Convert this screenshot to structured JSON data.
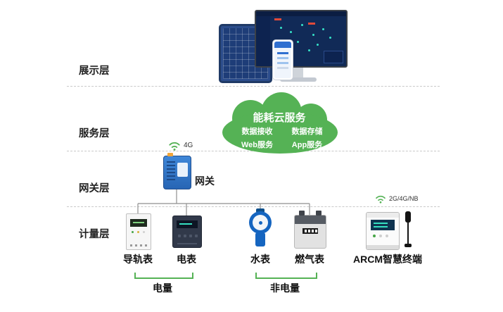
{
  "layers": [
    "展示层",
    "服务层",
    "网关层",
    "计量层"
  ],
  "cloud": {
    "title": "能耗云服务",
    "items": [
      "数据接收",
      "数据存储",
      "Web服务",
      "App服务"
    ]
  },
  "gateway": {
    "label": "网关",
    "network": "4G"
  },
  "devices": [
    {
      "label": "导轨表"
    },
    {
      "label": "电表"
    },
    {
      "label": "水表"
    },
    {
      "label": "燃气表"
    },
    {
      "label": "ARCM智慧终端",
      "network": "2G/4G/NB"
    }
  ],
  "groups": [
    {
      "label": "电量"
    },
    {
      "label": "非电量"
    }
  ],
  "icons": {
    "gateway_signal": "wifi-icon",
    "arcm_signal": "wifi-icon",
    "arcm_antenna": "antenna-icon"
  },
  "colors": {
    "accent_green": "#55b255",
    "gateway_blue": "#2f6fd0",
    "water_blue": "#1565c0",
    "connector_gray": "#8f8f8f"
  }
}
